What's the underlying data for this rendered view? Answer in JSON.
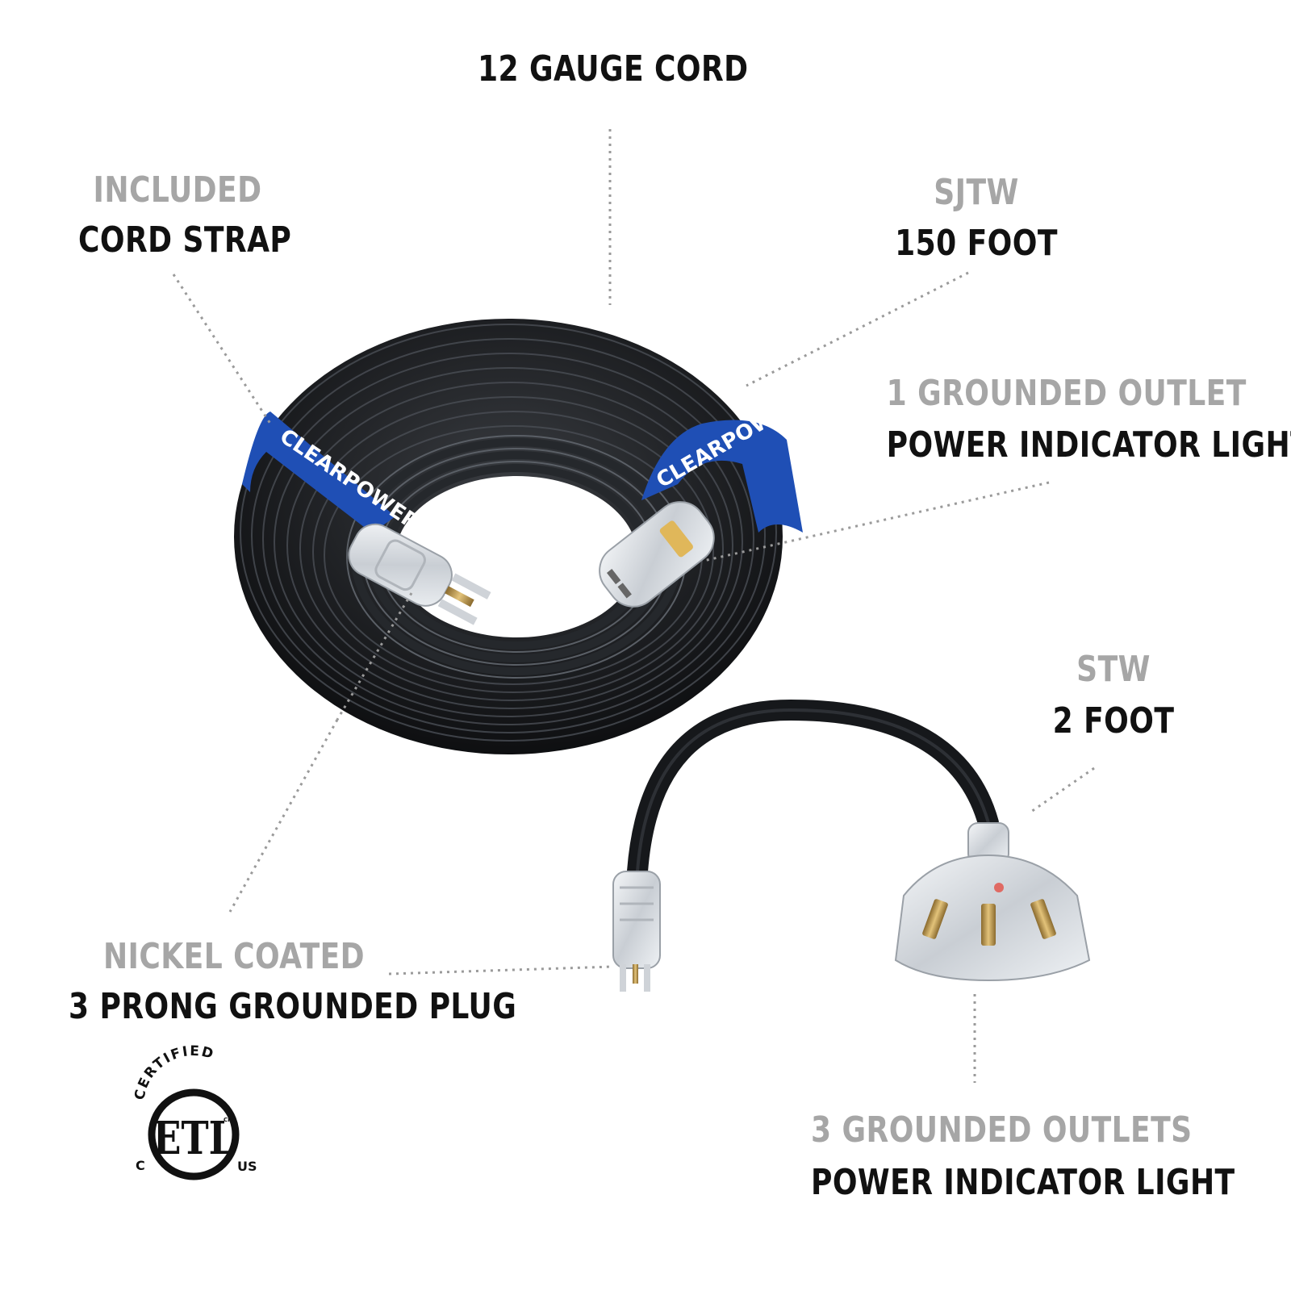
{
  "labels": {
    "gauge": "12 GAUGE CORD",
    "strap_top": "INCLUDED",
    "strap_bottom": "CORD STRAP",
    "sjtw_top": "SJTW",
    "sjtw_bottom": "150 FOOT",
    "outlet1_top": "1 GROUNDED OUTLET",
    "outlet1_bottom": "POWER INDICATOR LIGHT",
    "stw_top": "STW",
    "stw_bottom": "2 FOOT",
    "plug_top": "NICKEL COATED",
    "plug_bottom": "3 PRONG GROUNDED PLUG",
    "outlet3_top": "3 GROUNDED OUTLETS",
    "outlet3_bottom": "POWER INDICATOR LIGHT"
  },
  "strap_brand": "CLEARPOWER",
  "certification": {
    "arc_text": "CERTIFIED",
    "mark": "ETL",
    "left": "C",
    "right": "US",
    "small": "CM"
  },
  "colors": {
    "label_gray": "#a6a6a6",
    "label_dark": "#111111",
    "cord": "#16181b",
    "strap": "#1f4fb5",
    "leader": "#9a9a9a"
  }
}
